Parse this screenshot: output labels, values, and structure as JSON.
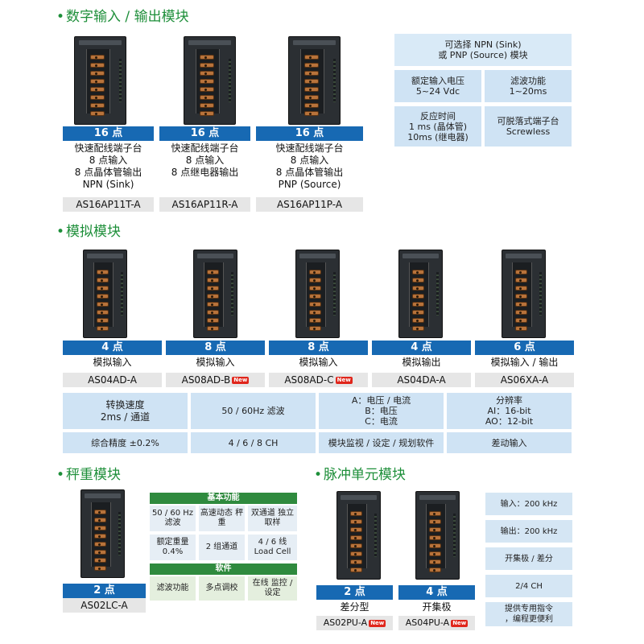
{
  "sections": {
    "digital": "数字输入 / 输出模块",
    "analog": "模拟模块",
    "weigh": "秤重模块",
    "pulse": "脉冲单元模块"
  },
  "digital_modules": [
    {
      "points": "16 点",
      "d1": "快速配线端子台",
      "d2": "8 点输入",
      "d3": "8 点晶体管输出",
      "d4": "NPN (Sink)",
      "model": "AS16AP11T-A"
    },
    {
      "points": "16 点",
      "d1": "快速配线端子台",
      "d2": "8 点输入",
      "d3": "8 点继电器输出",
      "d4": "",
      "model": "AS16AP11R-A"
    },
    {
      "points": "16 点",
      "d1": "快速配线端子台",
      "d2": "8 点输入",
      "d3": "8 点晶体管输出",
      "d4": "PNP (Source)",
      "model": "AS16AP11P-A"
    }
  ],
  "digital_features": {
    "top_1": "可选择 NPN (Sink)",
    "top_2": "或 PNP (Source) 模块",
    "r1c1_1": "额定输入电压",
    "r1c1_2": "5~24 Vdc",
    "r1c2_1": "滤波功能",
    "r1c2_2": "1~20ms",
    "r2c1_1": "反应时间",
    "r2c1_2": "1 ms (晶体管)",
    "r2c1_3": "10ms (继电器)",
    "r2c2_1": "可脱落式端子台",
    "r2c2_2": "Screwless"
  },
  "analog_modules": [
    {
      "points": "4 点",
      "desc": "模拟输入",
      "model": "AS04AD-A",
      "new": ""
    },
    {
      "points": "8 点",
      "desc": "模拟输入",
      "model": "AS08AD-B",
      "new": "New"
    },
    {
      "points": "8 点",
      "desc": "模拟输入",
      "model": "AS08AD-C",
      "new": "New"
    },
    {
      "points": "4 点",
      "desc": "模拟输出",
      "model": "AS04DA-A",
      "new": ""
    },
    {
      "points": "6 点",
      "desc": "模拟输入 / 输出",
      "model": "AS06XA-A",
      "new": ""
    }
  ],
  "analog_features": {
    "c1_1": "转换速度",
    "c1_2": "2ms / 通道",
    "c2": "50 / 60Hz 滤波",
    "c3_1": "A：电压 / 电流",
    "c3_2": "B：电压",
    "c3_3": "C：电流",
    "c4_1": "分辨率",
    "c4_2": "AI：16-bit",
    "c4_3": "AO：12-bit",
    "b1": "综合精度 ±0.2%",
    "b2": "4 / 6 / 8 CH",
    "b3": "模块监视 / 设定 / 规划软件",
    "b4": "差动输入"
  },
  "weigh_module": {
    "points": "2 点",
    "model": "AS02LC-A"
  },
  "weigh_features": {
    "basic_title": "基本功能",
    "r1": [
      "50 / 60 Hz 滤波",
      "高速动态 秤重",
      "双通道 独立取样"
    ],
    "r2": [
      "额定重量 0.4%",
      "2 组通道",
      "4 / 6 线 Load Cell"
    ],
    "soft_title": "软件",
    "r3": [
      "滤波功能",
      "多点调校",
      "在线 监控 / 设定"
    ]
  },
  "pulse_modules": [
    {
      "points": "2 点",
      "desc": "差分型",
      "model": "AS02PU-A",
      "new": "New"
    },
    {
      "points": "4 点",
      "desc": "开集极",
      "model": "AS04PU-A",
      "new": "New"
    }
  ],
  "pulse_features": [
    "输入：200 kHz",
    "输出：200 kHz",
    "开集极 / 差分",
    "2/4 CH",
    "提供专用指令",
    "，编程更便利"
  ]
}
